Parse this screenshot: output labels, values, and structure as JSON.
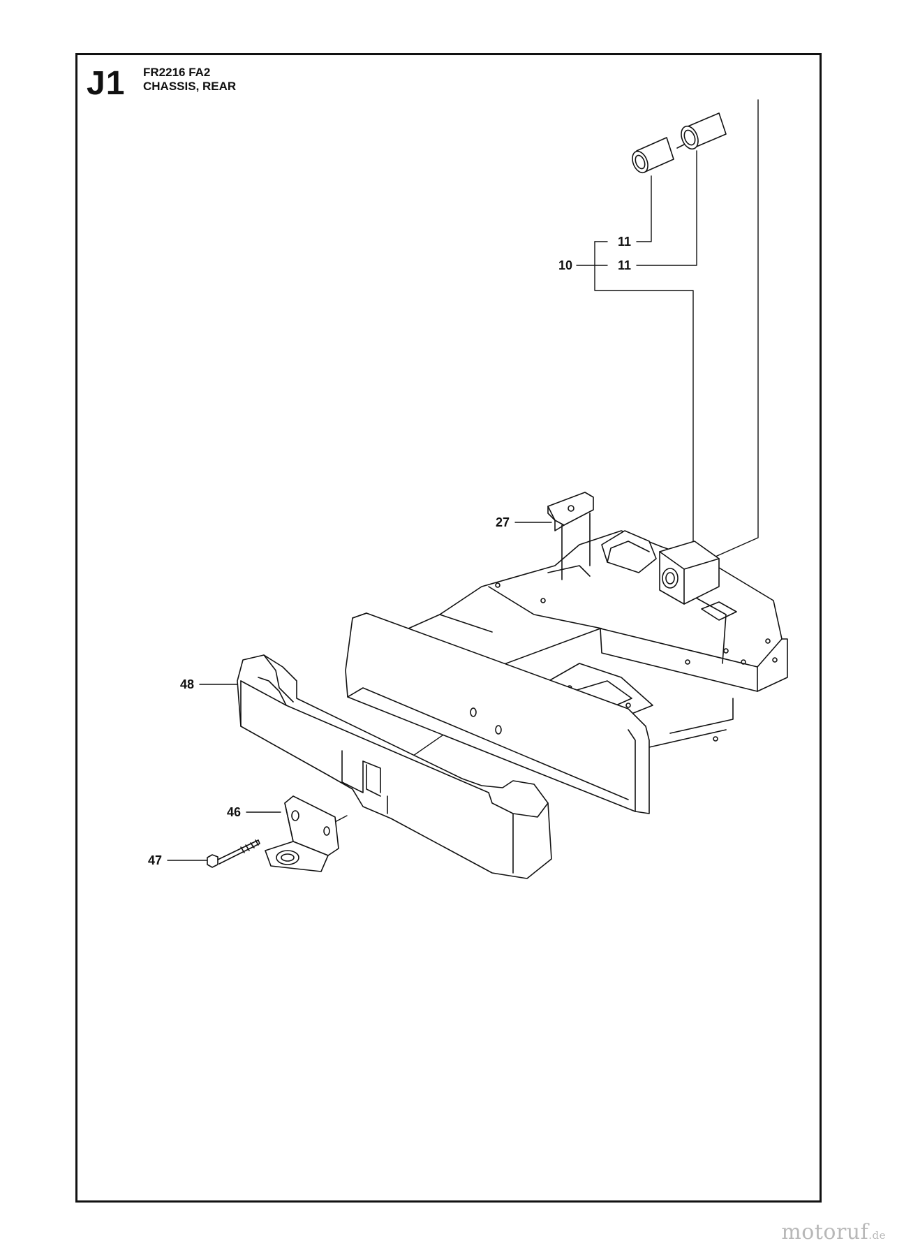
{
  "header": {
    "sheet_code": "J1",
    "model": "FR2216 FA2",
    "section": "CHASSIS, REAR"
  },
  "callouts": [
    {
      "id": "callout-11a",
      "label": "11"
    },
    {
      "id": "callout-11b",
      "label": "11"
    },
    {
      "id": "callout-10",
      "label": "10"
    },
    {
      "id": "callout-27",
      "label": "27"
    },
    {
      "id": "callout-48",
      "label": "48"
    },
    {
      "id": "callout-46",
      "label": "46"
    },
    {
      "id": "callout-47",
      "label": "47"
    }
  ],
  "watermark": {
    "brand": "motoruf",
    "suffix": ".de"
  }
}
